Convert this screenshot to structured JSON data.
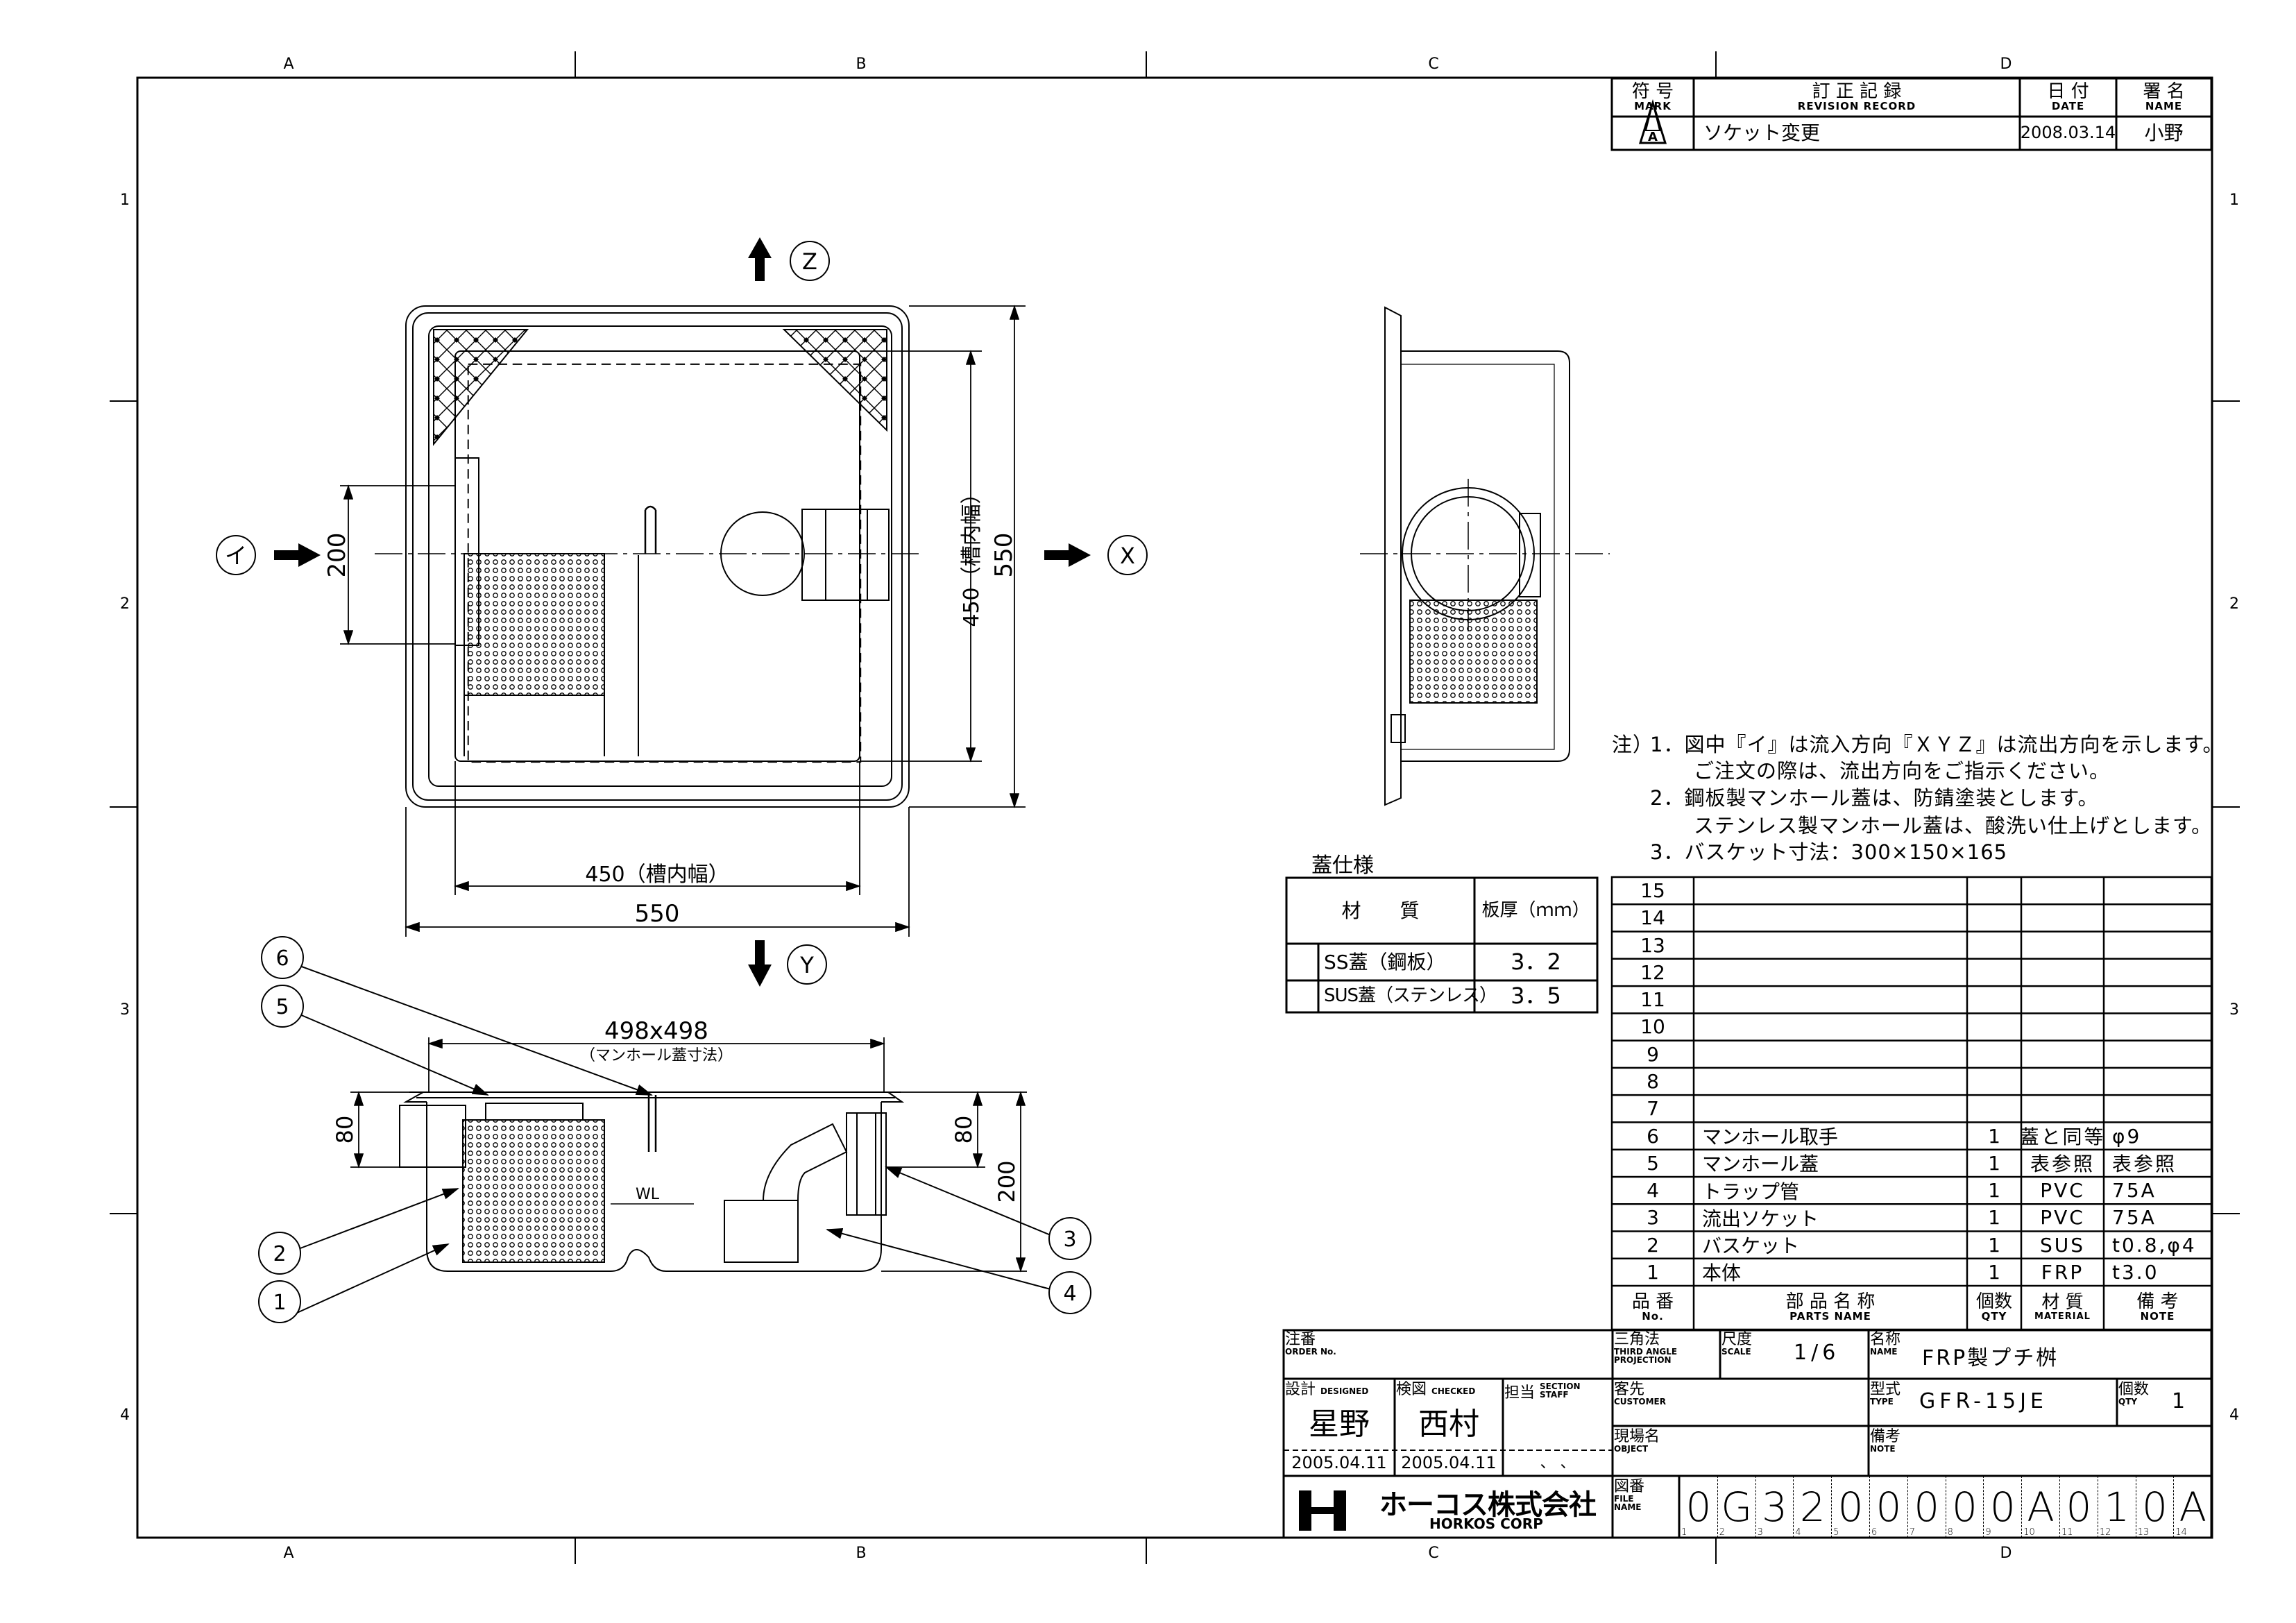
{
  "grid": {
    "columns": [
      "A",
      "B",
      "C",
      "D"
    ],
    "rows": [
      "1",
      "2",
      "3",
      "4"
    ]
  },
  "revision": {
    "headers": {
      "mark_ja": "符 号",
      "mark_en": "MARK",
      "record_ja": "訂 正 記 録",
      "record_en": "REVISION RECORD",
      "date_ja": "日 付",
      "date_en": "DATE",
      "name_ja": "署 名",
      "name_en": "NAME"
    },
    "rows": [
      {
        "mark": "A",
        "record": "ソケット変更",
        "date": "2008.03.14",
        "name": "小野"
      }
    ]
  },
  "notes": {
    "prefix": "注）",
    "lines": [
      "1．図中『イ』は流入方向『ＸＹＺ』は流出方向を示します。",
      "ご注文の際は、流出方向をご指示ください。",
      "2．鋼板製マンホール蓋は、防錆塗装とします。",
      "ステンレス製マンホール蓋は、酸洗い仕上げとします。",
      "3．バスケット寸法：300×150×165"
    ]
  },
  "lid_spec": {
    "title": "蓋仕様",
    "header_material": "材　　質",
    "header_thickness": "板厚（ｍｍ）",
    "rows": [
      {
        "material": "SS蓋（鋼板）",
        "thickness": "3．2"
      },
      {
        "material": "SUS蓋（ステンレス）",
        "thickness": "3．5"
      }
    ]
  },
  "parts": {
    "headers": {
      "no_ja": "品 番",
      "no_en": "No.",
      "name_ja": "部 品 名 称",
      "name_en": "PARTS NAME",
      "qty_ja": "個数",
      "qty_en": "QTY",
      "mat_ja": "材 質",
      "mat_en": "MATERIAL",
      "note_ja": "備 考",
      "note_en": "NOTE"
    },
    "rows": [
      {
        "no": "15",
        "name": "",
        "qty": "",
        "material": "",
        "note": ""
      },
      {
        "no": "14",
        "name": "",
        "qty": "",
        "material": "",
        "note": ""
      },
      {
        "no": "13",
        "name": "",
        "qty": "",
        "material": "",
        "note": ""
      },
      {
        "no": "12",
        "name": "",
        "qty": "",
        "material": "",
        "note": ""
      },
      {
        "no": "11",
        "name": "",
        "qty": "",
        "material": "",
        "note": ""
      },
      {
        "no": "10",
        "name": "",
        "qty": "",
        "material": "",
        "note": ""
      },
      {
        "no": "9",
        "name": "",
        "qty": "",
        "material": "",
        "note": ""
      },
      {
        "no": "8",
        "name": "",
        "qty": "",
        "material": "",
        "note": ""
      },
      {
        "no": "7",
        "name": "",
        "qty": "",
        "material": "",
        "note": ""
      },
      {
        "no": "6",
        "name": "マンホール取手",
        "qty": "1",
        "material": "蓋と同等",
        "note": "φ9"
      },
      {
        "no": "5",
        "name": "マンホール蓋",
        "qty": "1",
        "material": "表参照",
        "note": "表参照"
      },
      {
        "no": "4",
        "name": "トラップ管",
        "qty": "1",
        "material": "PVC",
        "note": "75A"
      },
      {
        "no": "3",
        "name": "流出ソケット",
        "qty": "1",
        "material": "PVC",
        "note": "75A"
      },
      {
        "no": "2",
        "name": "バスケット",
        "qty": "1",
        "material": "SUS",
        "note": "t0.8,φ4"
      },
      {
        "no": "1",
        "name": "本体",
        "qty": "1",
        "material": "FRP",
        "note": "t3.0"
      }
    ]
  },
  "title_block": {
    "order_ja": "注番",
    "order_en": "ORDER No.",
    "projection_ja": "三角法",
    "projection_en": "THIRD ANGLE PROJECTION",
    "scale_ja": "尺度",
    "scale_en": "SCALE",
    "scale": "1/6",
    "name_ja": "名称",
    "name_en": "NAME",
    "name": "FRP製プチ桝",
    "designed_ja": "設計",
    "designed_en": "DESIGNED",
    "designer": "星野",
    "designed_date": "2005.04.11",
    "checked_ja": "検図",
    "checked_en": "CHECKED",
    "checker": "西村",
    "checked_date": "2005.04.11",
    "section_ja": "担当",
    "section_en": "SECTION STAFF",
    "section_date": "、 、",
    "customer_ja": "客先",
    "customer_en": "CUSTOMER",
    "type_ja": "型式",
    "type_en": "TYPE",
    "type": "GFR-15JE",
    "qty_ja": "個数",
    "qty_en": "QTY",
    "qty": "1",
    "object_ja": "現場名",
    "object_en": "OBJECT",
    "note_ja": "備考",
    "note_en": "NOTE",
    "company_ja": "ホーコス株式会社",
    "company_en": "HORKOS CORP",
    "file_ja": "図番",
    "file_en": "FILE NAME",
    "file_chars": [
      "0",
      "G",
      "3",
      "2",
      "0",
      "0",
      "0",
      "0",
      "0",
      "A",
      "0",
      "1",
      "0",
      "A"
    ],
    "file_idx": [
      "1",
      "2",
      "3",
      "4",
      "5",
      "6",
      "7",
      "8",
      "9",
      "10",
      "11",
      "12",
      "13",
      "14"
    ]
  },
  "drawing": {
    "dir_z": "Z",
    "dir_x": "X",
    "dir_y": "Y",
    "dir_i": "イ",
    "dim_200": "200",
    "dim_450_v": "450（槽内幅）",
    "dim_550_v": "550",
    "dim_450_h": "450（槽内幅）",
    "dim_550_h": "550",
    "dim_498": "498x498",
    "dim_498_sub": "（マンホール蓋寸法）",
    "dim_80_l": "80",
    "dim_80_r": "80",
    "dim_200_r": "200",
    "wl": "WL",
    "callouts": [
      "1",
      "2",
      "3",
      "4",
      "5",
      "6"
    ]
  }
}
